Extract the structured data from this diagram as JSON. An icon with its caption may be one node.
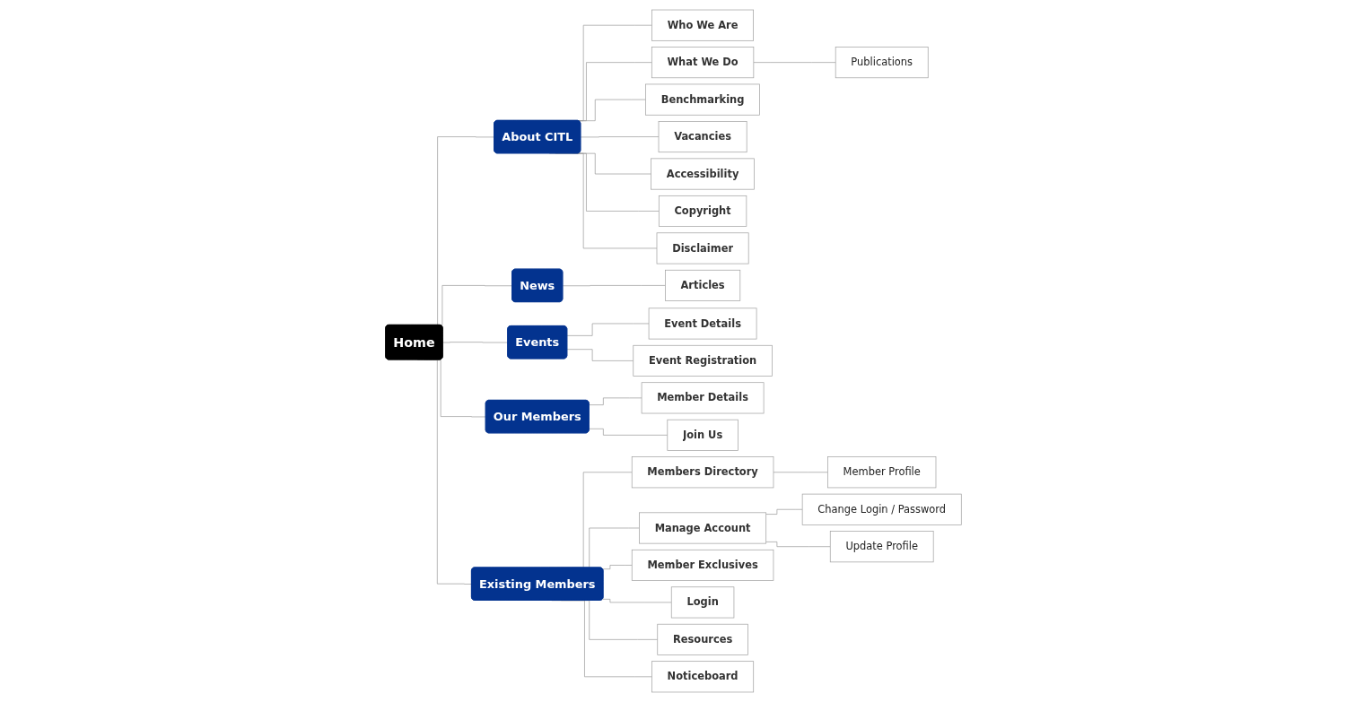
{
  "diagram": {
    "nodes": [
      {
        "text": [
          "Home"
        ]
      },
      {
        "text": [
          "About CITL"
        ]
      },
      {
        "text": [
          "Who We Are"
        ]
      },
      {
        "text": [
          "What We Do"
        ]
      },
      {
        "text": [
          "Publications"
        ]
      },
      {
        "text": [
          "Benchmarking"
        ]
      },
      {
        "text": [
          "Vacancies"
        ]
      },
      {
        "text": [
          "Accessibility"
        ]
      },
      {
        "text": [
          "Copyright"
        ]
      },
      {
        "text": [
          "Disclaimer"
        ]
      },
      {
        "text": [
          "News"
        ]
      },
      {
        "text": [
          "Articles"
        ]
      },
      {
        "text": [
          "Events"
        ]
      },
      {
        "text": [
          "Event Details"
        ]
      },
      {
        "text": [
          "Event Registration"
        ]
      },
      {
        "text": [
          "Our Members"
        ]
      },
      {
        "text": [
          "Member Details"
        ]
      },
      {
        "text": [
          "Join Us"
        ]
      },
      {
        "text": [
          "Existing Members"
        ]
      },
      {
        "text": [
          "Members Directory"
        ]
      },
      {
        "text": [
          "Member Profile"
        ]
      },
      {
        "text": [
          "Manage Account"
        ]
      },
      {
        "text": [
          "Change Login / Password"
        ]
      },
      {
        "text": [
          "Update Profile"
        ]
      },
      {
        "text": [
          "Member Exclusives"
        ]
      },
      {
        "text": [
          "Login"
        ]
      },
      {
        "text": [
          "Resources"
        ]
      },
      {
        "text": [
          "Noticeboard"
        ]
      }
    ],
    "edges": [
      {
        "from": 0,
        "to": 1,
        "arrow": "none"
      },
      {
        "from": 1,
        "to": 2,
        "arrow": "none"
      },
      {
        "from": 1,
        "to": 3,
        "arrow": "none"
      },
      {
        "from": 3,
        "to": 4,
        "arrow": "none"
      },
      {
        "from": 1,
        "to": 5,
        "arrow": "none"
      },
      {
        "from": 1,
        "to": 6,
        "arrow": "none"
      },
      {
        "from": 1,
        "to": 7,
        "arrow": "none"
      },
      {
        "from": 1,
        "to": 8,
        "arrow": "none"
      },
      {
        "from": 1,
        "to": 9,
        "arrow": "none"
      },
      {
        "from": 0,
        "to": 10,
        "arrow": "none"
      },
      {
        "from": 10,
        "to": 11,
        "arrow": "none"
      },
      {
        "from": 0,
        "to": 12,
        "arrow": "none"
      },
      {
        "from": 12,
        "to": 13,
        "arrow": "none"
      },
      {
        "from": 12,
        "to": 14,
        "arrow": "none"
      },
      {
        "from": 0,
        "to": 15,
        "arrow": "none"
      },
      {
        "from": 15,
        "to": 16,
        "arrow": "none"
      },
      {
        "from": 15,
        "to": 17,
        "arrow": "none"
      },
      {
        "from": 0,
        "to": 18,
        "arrow": "none"
      },
      {
        "from": 18,
        "to": 19,
        "arrow": "none"
      },
      {
        "from": 19,
        "to": 20,
        "arrow": "none"
      },
      {
        "from": 18,
        "to": 21,
        "arrow": "none"
      },
      {
        "from": 21,
        "to": 22,
        "arrow": "none"
      },
      {
        "from": 21,
        "to": 23,
        "arrow": "none"
      },
      {
        "from": 18,
        "to": 24,
        "arrow": "none"
      },
      {
        "from": 18,
        "to": 25,
        "arrow": "none"
      },
      {
        "from": 18,
        "to": 26,
        "arrow": "none"
      },
      {
        "from": 18,
        "to": 27,
        "arrow": "none"
      }
    ]
  }
}
